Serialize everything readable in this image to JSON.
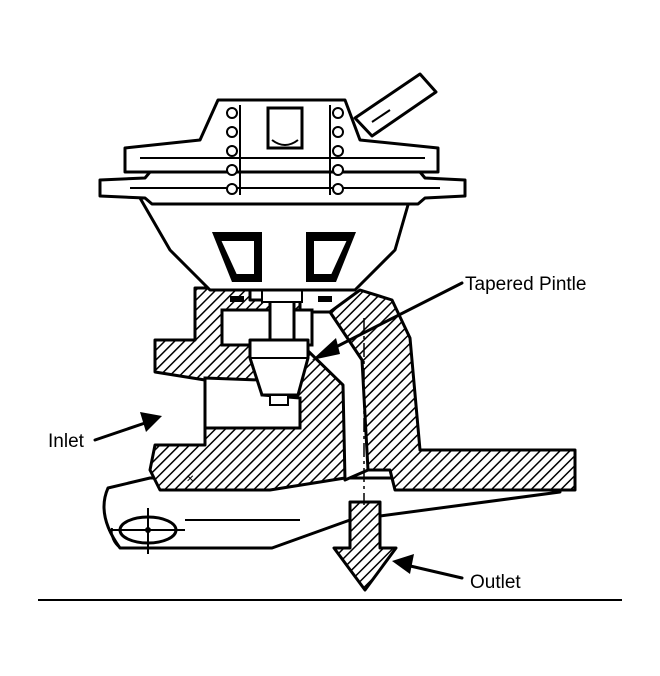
{
  "labels": {
    "pintle": "Tapered Pintle",
    "inlet": "Inlet",
    "outlet": "Outlet"
  },
  "colors": {
    "ink": "#000000",
    "paper": "#ffffff"
  }
}
